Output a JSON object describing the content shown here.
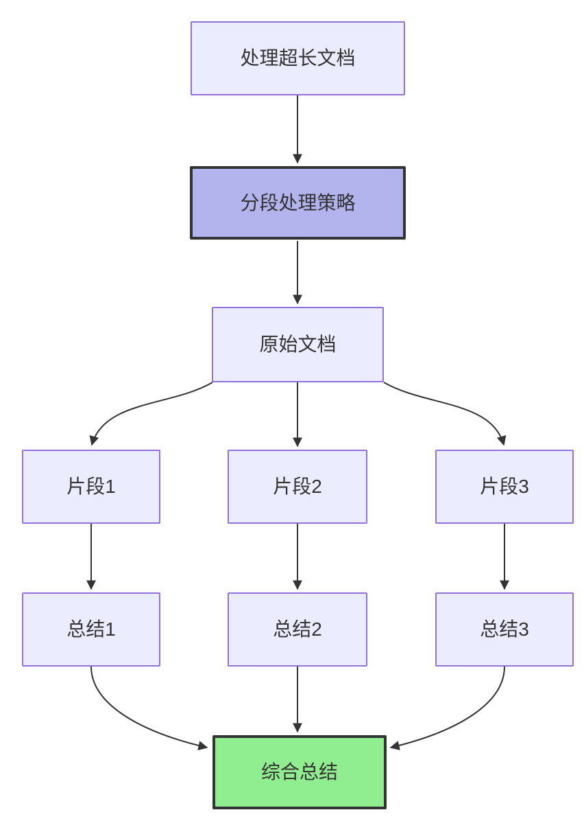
{
  "diagram": {
    "type": "flowchart",
    "direction": "top-down",
    "nodes": [
      {
        "id": "A",
        "label": "处理超长文档",
        "style": "default"
      },
      {
        "id": "B",
        "label": "分段处理策略",
        "style": "highlight"
      },
      {
        "id": "C",
        "label": "原始文档",
        "style": "default"
      },
      {
        "id": "D1",
        "label": "片段1",
        "style": "default"
      },
      {
        "id": "D2",
        "label": "片段2",
        "style": "default"
      },
      {
        "id": "D3",
        "label": "片段3",
        "style": "default"
      },
      {
        "id": "E1",
        "label": "总结1",
        "style": "default"
      },
      {
        "id": "E2",
        "label": "总结2",
        "style": "default"
      },
      {
        "id": "E3",
        "label": "总结3",
        "style": "default"
      },
      {
        "id": "F",
        "label": "综合总结",
        "style": "success"
      }
    ],
    "edges": [
      {
        "from": "A",
        "to": "B"
      },
      {
        "from": "B",
        "to": "C"
      },
      {
        "from": "C",
        "to": "D1"
      },
      {
        "from": "C",
        "to": "D2"
      },
      {
        "from": "C",
        "to": "D3"
      },
      {
        "from": "D1",
        "to": "E1"
      },
      {
        "from": "D2",
        "to": "E2"
      },
      {
        "from": "D3",
        "to": "E3"
      },
      {
        "from": "E1",
        "to": "F"
      },
      {
        "from": "E2",
        "to": "F"
      },
      {
        "from": "E3",
        "to": "F"
      }
    ],
    "colors": {
      "node_fill": "#ECECFF",
      "node_border": "#9370DB",
      "highlight_fill": "#B3B3EE",
      "highlight_border": "#333333",
      "success_fill": "#90EE90",
      "success_border": "#333333",
      "edge": "#333333",
      "text": "#333333",
      "background": "#FFFFFF"
    }
  }
}
